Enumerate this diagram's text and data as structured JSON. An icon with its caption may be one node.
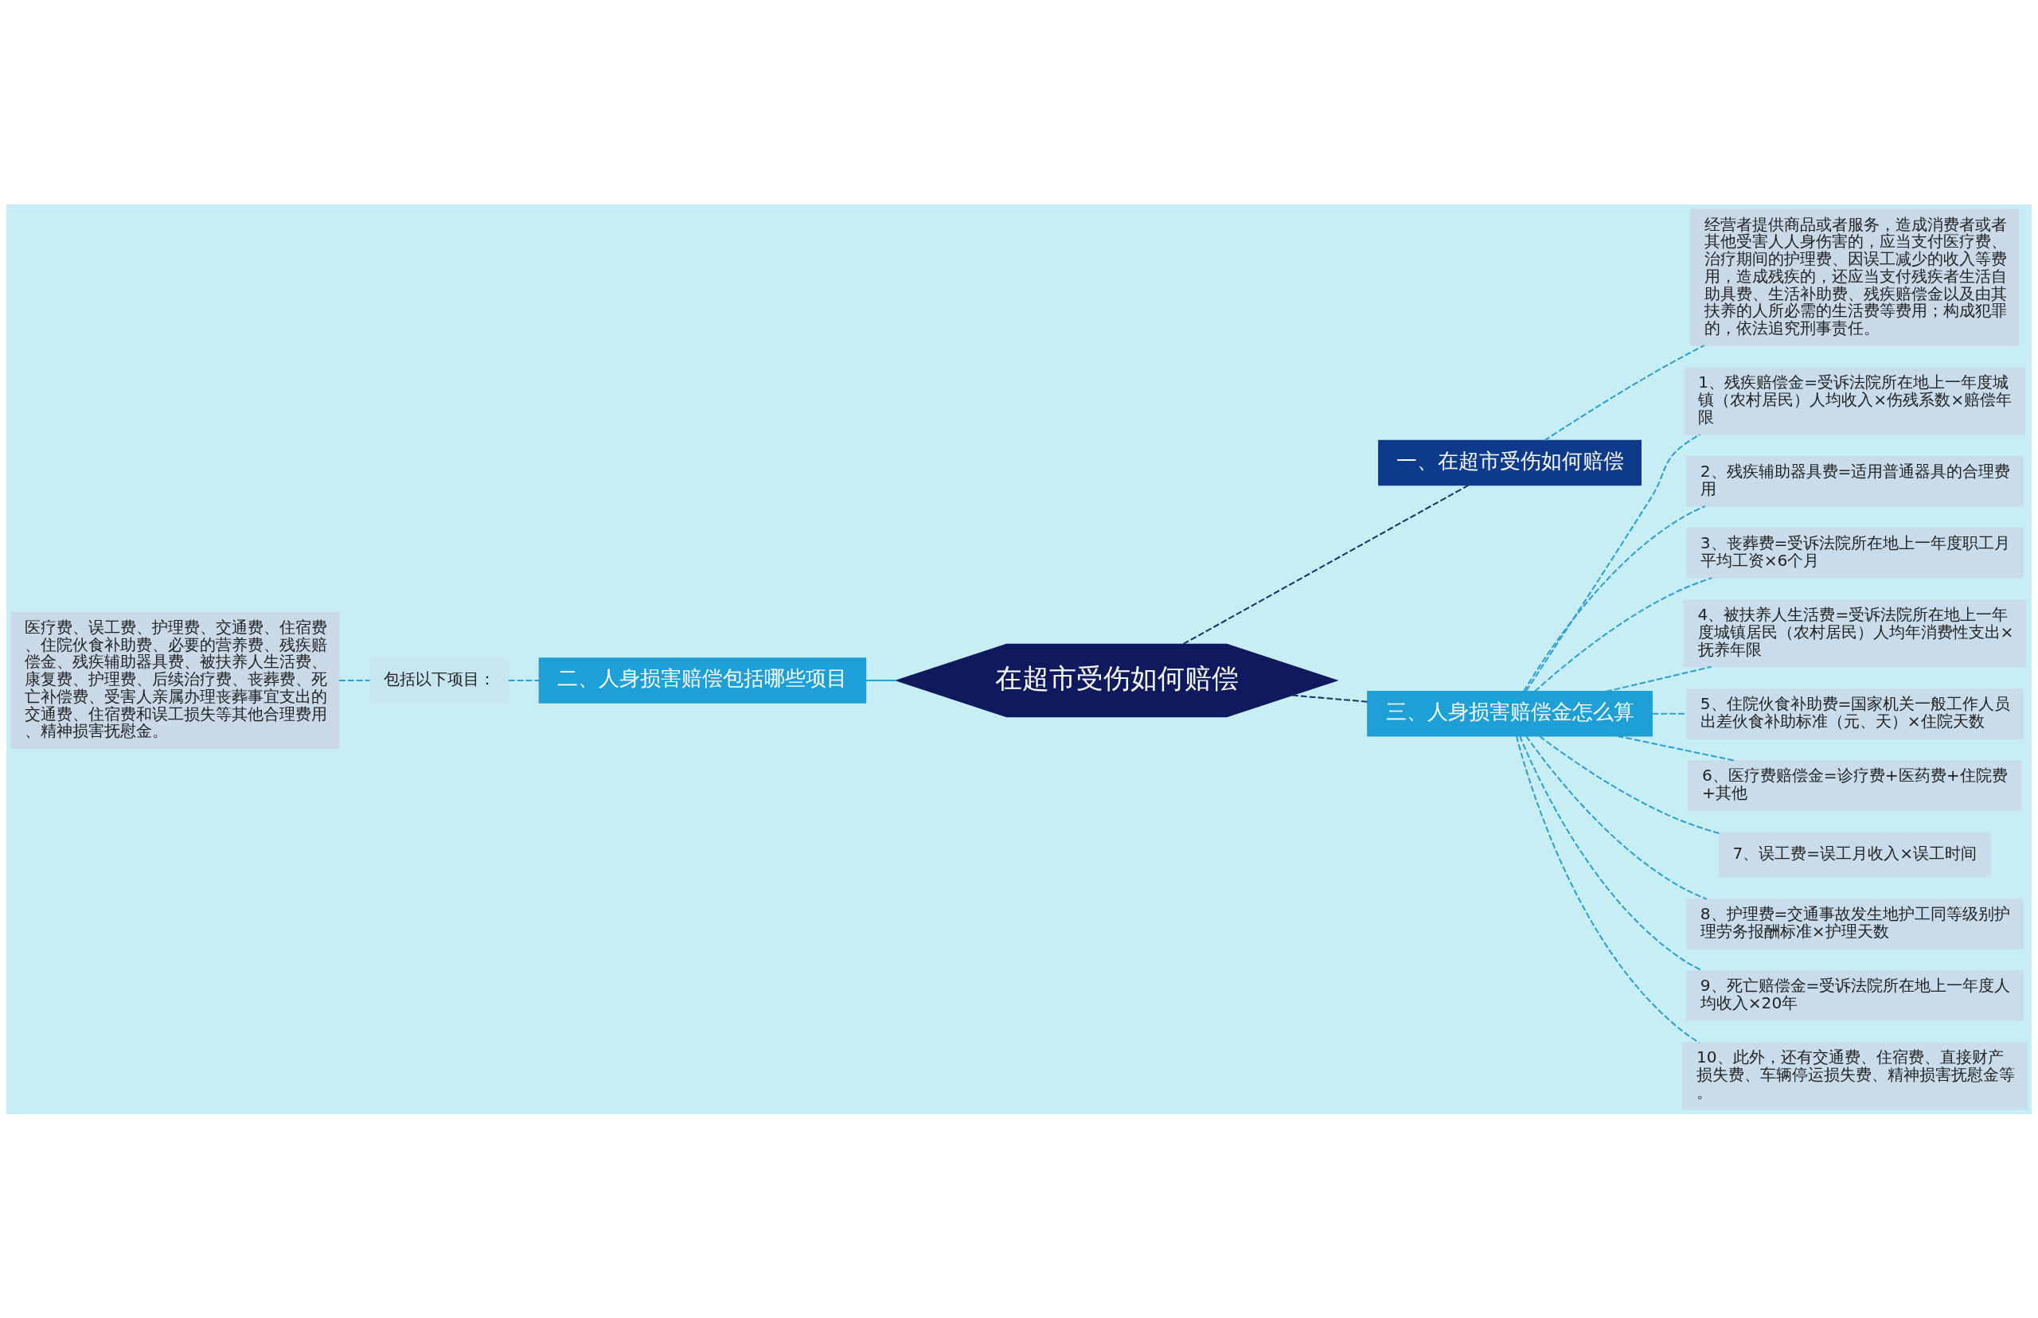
{
  "diagram": {
    "nodes": [
      {
        "text": [
          "在超市受伤如何赔偿"
        ]
      },
      {
        "text": [
          "一、在超市受伤如何赔偿"
        ]
      },
      {
        "text": [
          "经营者提供商品或者服务，造成消费者或者其他受害人人身伤害的，应当支付医疗费、治疗期间的护理费、因误工减少的收入等费用，造成残疾的，还应当支付残疾者生活自助具费、生活补助费、残疾赔偿金以及由其扶养的人所必需的生活费等费用；构成犯罪的，依法追究刑事责任。"
        ]
      },
      {
        "text": [
          "二、人身损害赔偿包括哪些项目"
        ]
      },
      {
        "text": [
          "包括以下项目："
        ]
      },
      {
        "text": [
          "医疗费、误工费、护理费、交通费、住宿费、住院伙食补助费、必要的营养费、残疾赔偿金、残疾辅助器具费、被扶养人生活费、康复费、护理费、后续治疗费、丧葬费、死亡补偿费、受害人亲属办理丧葬事宜支出的交通费、住宿费和误工损失等其他合理费用、精神损害抚慰金。"
        ]
      },
      {
        "text": [
          "三、人身损害赔偿金怎么算"
        ]
      },
      {
        "text": [
          "1、残疾赔偿金=受诉法院所在地上一年度城镇（农村居民）人均收入×伤残系数×赔偿年限"
        ]
      },
      {
        "text": [
          "2、残疾辅助器具费=适用普通器具的合理费用"
        ]
      },
      {
        "text": [
          "3、丧葬费=受诉法院所在地上一年度职工月平均工资×6个月"
        ]
      },
      {
        "text": [
          "4、被扶养人生活费=受诉法院所在地上一年度城镇居民（农村居民）人均年消费性支出×抚养年限"
        ]
      },
      {
        "text": [
          "5、住院伙食补助费=国家机关一般工作人员出差伙食补助标准（元、天）×住院天数"
        ]
      },
      {
        "text": [
          "6、医疗费赔偿金=诊疗费+医药费+住院费+其他"
        ]
      },
      {
        "text": [
          "7、误工费=误工月收入×误工时间"
        ]
      },
      {
        "text": [
          "8、护理费=交通事故发生地护工同等级别护理劳务报酬标准×护理天数"
        ]
      },
      {
        "text": [
          "9、死亡赔偿金=受诉法院所在地上一年度人均收入×20年"
        ]
      },
      {
        "text": [
          "10、此外，还有交通费、住宿费、直接财产损失费、车辆停运损失费、精神损害抚慰金等。"
        ]
      }
    ],
    "edges": [
      {
        "from": 0,
        "to": 1,
        "arrow": "none",
        "style": "dashed",
        "color": "#1b2f6e"
      },
      {
        "from": 1,
        "to": 2,
        "arrow": "none",
        "style": "dashed"
      },
      {
        "from": 5,
        "to": 4,
        "arrow": "none",
        "style": "dashed"
      },
      {
        "from": 4,
        "to": 3,
        "arrow": "none",
        "style": "dashed"
      },
      {
        "from": 3,
        "to": 0,
        "arrow": "none"
      },
      {
        "from": 0,
        "to": 6,
        "arrow": "none",
        "style": "dashed",
        "color": "#1b2f6e"
      },
      {
        "from": 6,
        "to": 7,
        "arrow": "none",
        "style": "dashed"
      },
      {
        "from": 6,
        "to": 8,
        "arrow": "none",
        "style": "dashed"
      },
      {
        "from": 6,
        "to": 9,
        "arrow": "none",
        "style": "dashed"
      },
      {
        "from": 6,
        "to": 10,
        "arrow": "none",
        "style": "dashed"
      },
      {
        "from": 6,
        "to": 11,
        "arrow": "none",
        "style": "dashed"
      },
      {
        "from": 6,
        "to": 12,
        "arrow": "none",
        "style": "dashed"
      },
      {
        "from": 6,
        "to": 13,
        "arrow": "none",
        "style": "dashed"
      },
      {
        "from": 6,
        "to": 14,
        "arrow": "none",
        "style": "dashed"
      },
      {
        "from": 6,
        "to": 15,
        "arrow": "none",
        "style": "dashed"
      },
      {
        "from": 6,
        "to": 16,
        "arrow": "none",
        "style": "dashed"
      }
    ]
  }
}
